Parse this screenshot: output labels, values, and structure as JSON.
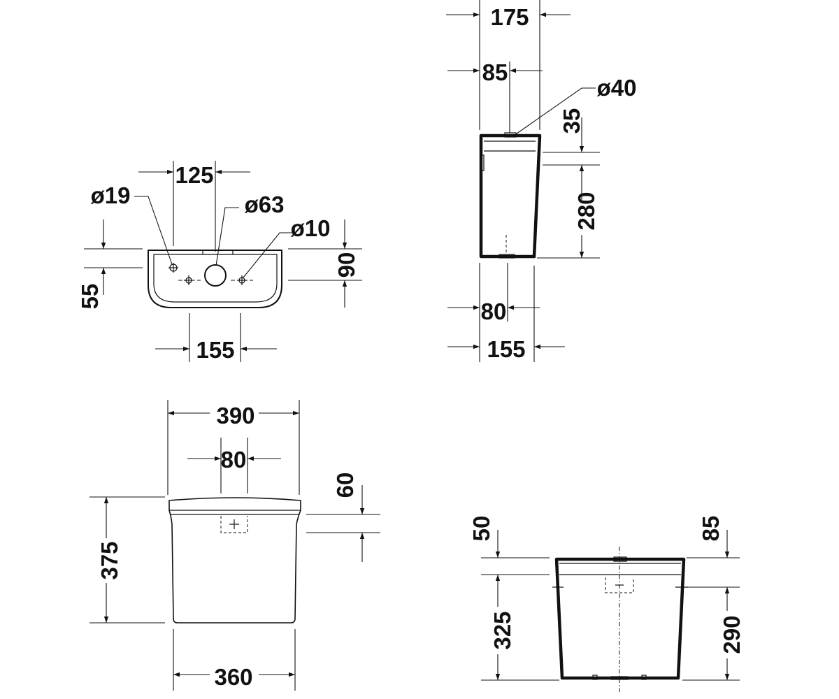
{
  "top_view": {
    "dia_19": "ø19",
    "dia_63": "ø63",
    "dia_10": "ø10",
    "dim_125": "125",
    "dim_155": "155",
    "dim_55": "55",
    "dim_90": "90"
  },
  "side_view": {
    "dim_175": "175",
    "dim_85": "85",
    "dia_40": "ø40",
    "dim_35": "35",
    "dim_280": "280",
    "dim_80": "80",
    "dim_155": "155"
  },
  "front_view": {
    "dim_390": "390",
    "dim_80": "80",
    "dim_60": "60",
    "dim_375": "375",
    "dim_360": "360"
  },
  "back_view": {
    "dim_50": "50",
    "dim_85": "85",
    "dim_325": "325",
    "dim_290": "290"
  }
}
